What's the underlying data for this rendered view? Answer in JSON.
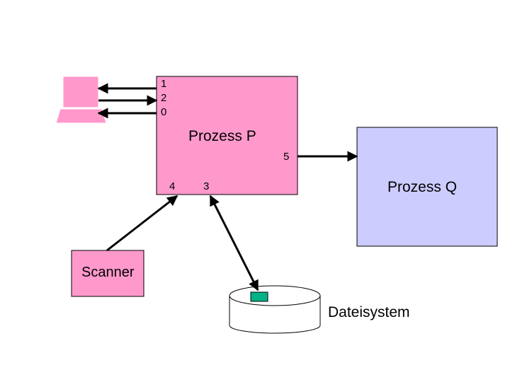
{
  "process_p": {
    "title": "Prozess P",
    "channel_1": "1",
    "channel_2": "2",
    "channel_0": "0",
    "channel_3": "3",
    "channel_4": "4",
    "channel_5": "5"
  },
  "process_q": {
    "title": "Prozess Q"
  },
  "scanner": {
    "label": "Scanner"
  },
  "filesystem": {
    "label": "Dateisystem"
  },
  "colors": {
    "process_p_fill": "#ff99cc",
    "process_q_fill": "#ccccff",
    "terminal_fill": "#ff99cc",
    "scanner_fill": "#ff99cc",
    "file_fill": "#00b386",
    "stroke": "#000000"
  }
}
